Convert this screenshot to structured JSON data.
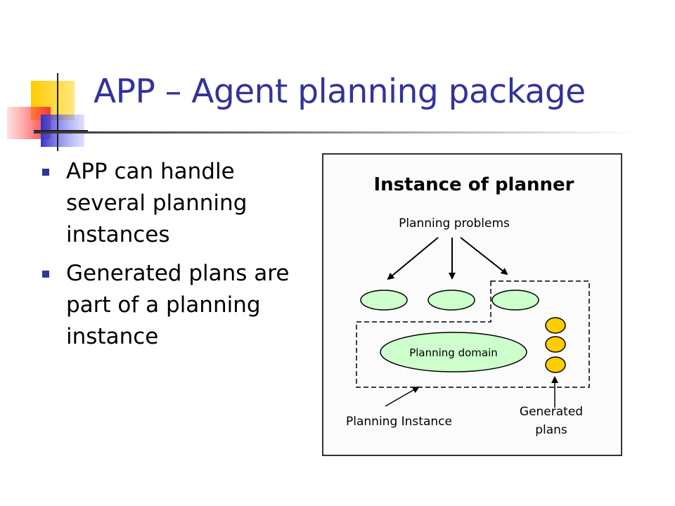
{
  "slide": {
    "title": "APP – Agent planning package",
    "bullets": [
      "APP can handle several planning instances",
      "Generated plans are part of a planning instance"
    ]
  },
  "figure": {
    "heading": "Instance of planner",
    "labels": {
      "problems": "Planning problems",
      "domain": "Planning domain",
      "instance": "Planning Instance",
      "plans_line1": "Generated",
      "plans_line2": "plans"
    }
  },
  "colors": {
    "title": "#333399",
    "bullet": "#333399",
    "ellipse_fill": "#ccffcc",
    "plan_fill": "#ffcc00"
  }
}
